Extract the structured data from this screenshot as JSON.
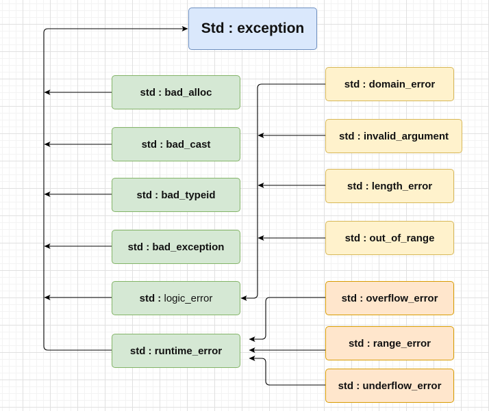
{
  "diagram": {
    "root": "Std : exception",
    "direct_children": [
      "std : bad_alloc",
      "std : bad_cast",
      "std : bad_typeid",
      "std : bad_exception",
      "std : logic_error",
      "std : runtime_error"
    ],
    "logic_error_children": [
      "std : domain_error",
      "std : invalid_argument",
      "std : length_error",
      "std : out_of_range"
    ],
    "runtime_error_children": [
      "std : overflow_error",
      "std : range_error",
      "std : underflow_error"
    ],
    "logic_error_label": {
      "prefix": "std : ",
      "name": "logic_error"
    },
    "colors": {
      "root_fill": "#dae8fc",
      "root_stroke": "#6c8ebf",
      "green_fill": "#d5e8d4",
      "green_stroke": "#82b366",
      "yellow_fill": "#fff2cc",
      "yellow_stroke": "#d6b656",
      "orange_fill": "#ffe6cc",
      "orange_stroke": "#d79b00",
      "edge": "#000000"
    }
  }
}
